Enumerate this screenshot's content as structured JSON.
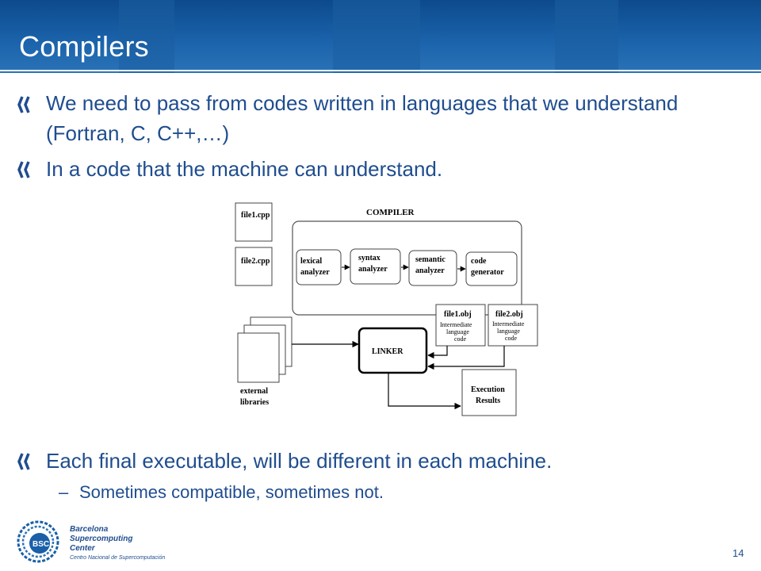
{
  "slide": {
    "title": "Compilers",
    "bullets": [
      "We need to pass from codes written in languages that we understand (Fortran, C, C++,…)",
      "In a code that the machine can understand.",
      "Each final executable,  will be different in each machine."
    ],
    "sub_bullet_dash": "–",
    "sub_bullet": "Sometimes compatible, sometimes not.",
    "page_number": "14"
  },
  "diagram": {
    "compiler_label": "COMPILER",
    "file1": "file1.cpp",
    "file2": "file2.cpp",
    "lexical_line1": "lexical",
    "lexical_line2": "analyzer",
    "syntax_line1": "syntax",
    "syntax_line2": "analyzer",
    "semantic_line1": "semantic",
    "semantic_line2": "analyzer",
    "codegen_line1": "code",
    "codegen_line2": "generator",
    "obj1_title": "file1.obj",
    "obj2_title": "file2.obj",
    "obj_line1": "Intermediate",
    "obj_line2": "language",
    "obj_line3": "code",
    "linker": "LINKER",
    "ext_line1": "external",
    "ext_line2": "libraries",
    "exec_line1": "Execution",
    "exec_line2": "Results"
  },
  "footer": {
    "logo_abbrev": "BSC",
    "logo_line1": "Barcelona",
    "logo_line2": "Supercomputing",
    "logo_line3": "Center",
    "logo_line4": "Centro Nacional de Supercomputación"
  },
  "colors": {
    "header": "#1a62aa",
    "text": "#1f4d8f",
    "bullet_marker": "#1f4d8f"
  }
}
